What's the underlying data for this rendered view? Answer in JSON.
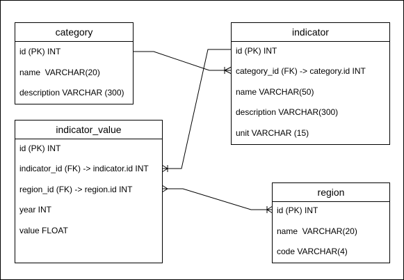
{
  "entities": {
    "category": {
      "title": "category",
      "attributes": [
        "id (PK) INT",
        "name  VARCHAR(20)",
        "description VARCHAR (300)"
      ]
    },
    "indicator": {
      "title": "indicator",
      "attributes": [
        "id (PK) INT",
        "category_id (FK) -> category.id INT",
        "name VARCHAR(50)",
        "description VARCHAR(300)",
        "unit VARCHAR (15)"
      ]
    },
    "indicator_value": {
      "title": "indicator_value",
      "attributes": [
        "id (PK) INT",
        "indicator_id (FK) -> indicator.id INT",
        "region_id (FK) -> region.id INT",
        "year INT",
        "value FLOAT"
      ]
    },
    "region": {
      "title": "region",
      "attributes": [
        "id (PK) INT",
        "name  VARCHAR(20)",
        "code VARCHAR(4)"
      ]
    }
  },
  "relationships": [
    {
      "from": "category.id",
      "to": "indicator.category_id",
      "from_end": "one",
      "to_end": "one-or-many"
    },
    {
      "from": "indicator.id",
      "to": "indicator_value.indicator_id",
      "from_end": "one",
      "to_end": "one-or-many"
    },
    {
      "from": "indicator_value.region_id",
      "to": "region.id",
      "from_end": "many",
      "to_end": "one-or-many"
    }
  ]
}
